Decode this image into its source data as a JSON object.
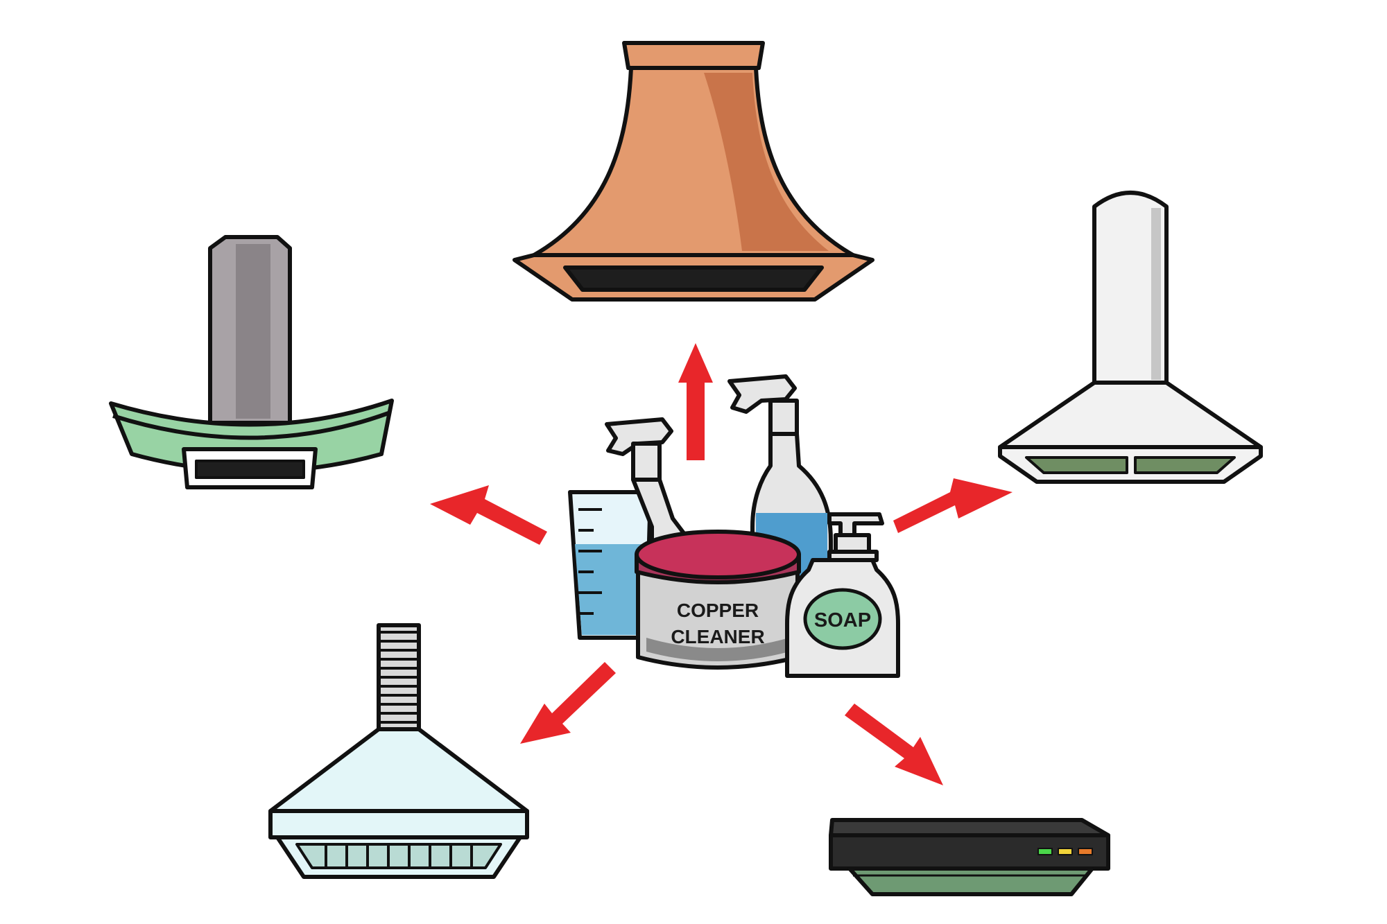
{
  "colors": {
    "outline": "#111111",
    "background": "#ffffff",
    "arrow": "#e8262a",
    "copper": "#e39a6e",
    "copper_shade": "#c9744a",
    "green": "#98d3a4",
    "filter_green": "#6f8e63",
    "steel": "#a8a2a6",
    "white_hood": "#f2f2f2",
    "pale_blue": "#e3f6f8",
    "liquid_blue": "#4f9dce",
    "lid_red": "#c7325a",
    "soap_green": "#8ccba4",
    "label_gray": "#cfcfcf"
  },
  "products": {
    "cleaner_label_line1": "COPPER",
    "cleaner_label_line2": "CLEANER",
    "soap_label": "SOAP"
  },
  "icons": [
    "copper-chimney-hood-icon",
    "curved-glass-island-hood-icon",
    "white-chimney-hood-icon",
    "flexible-duct-hood-icon",
    "slim-under-cabinet-hood-icon",
    "measuring-beaker-icon",
    "spray-bottle-icon",
    "cleaner-tub-icon",
    "soap-pump-bottle-icon"
  ]
}
